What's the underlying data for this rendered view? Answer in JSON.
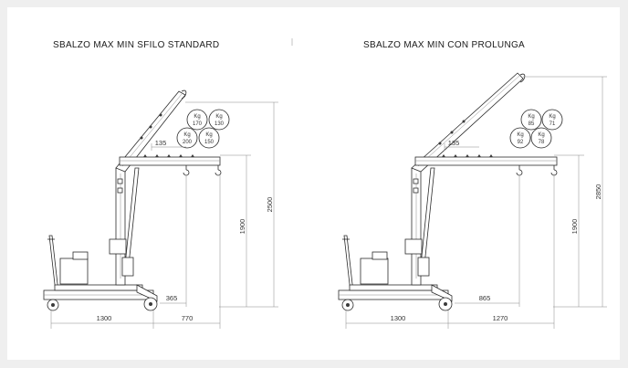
{
  "drawings": [
    {
      "title": "SBALZO MAX MIN SFILO STANDARD",
      "dims": {
        "base": "1300",
        "reach": "770",
        "min_reach": "365",
        "step": "135",
        "height_hook": "1900",
        "height_max": "2500"
      },
      "loads": [
        {
          "unit": "Kg",
          "value": "170"
        },
        {
          "unit": "Kg",
          "value": "130"
        },
        {
          "unit": "Kg",
          "value": "200"
        },
        {
          "unit": "Kg",
          "value": "150"
        }
      ]
    },
    {
      "title": "SBALZO MAX MIN CON PROLUNGA",
      "dims": {
        "base": "1300",
        "reach": "1270",
        "min_reach": "865",
        "step": "135",
        "height_hook": "1900",
        "height_max": "2850"
      },
      "loads": [
        {
          "unit": "Kg",
          "value": "85"
        },
        {
          "unit": "Kg",
          "value": "71"
        },
        {
          "unit": "Kg",
          "value": "92"
        },
        {
          "unit": "Kg",
          "value": "78"
        }
      ]
    }
  ]
}
